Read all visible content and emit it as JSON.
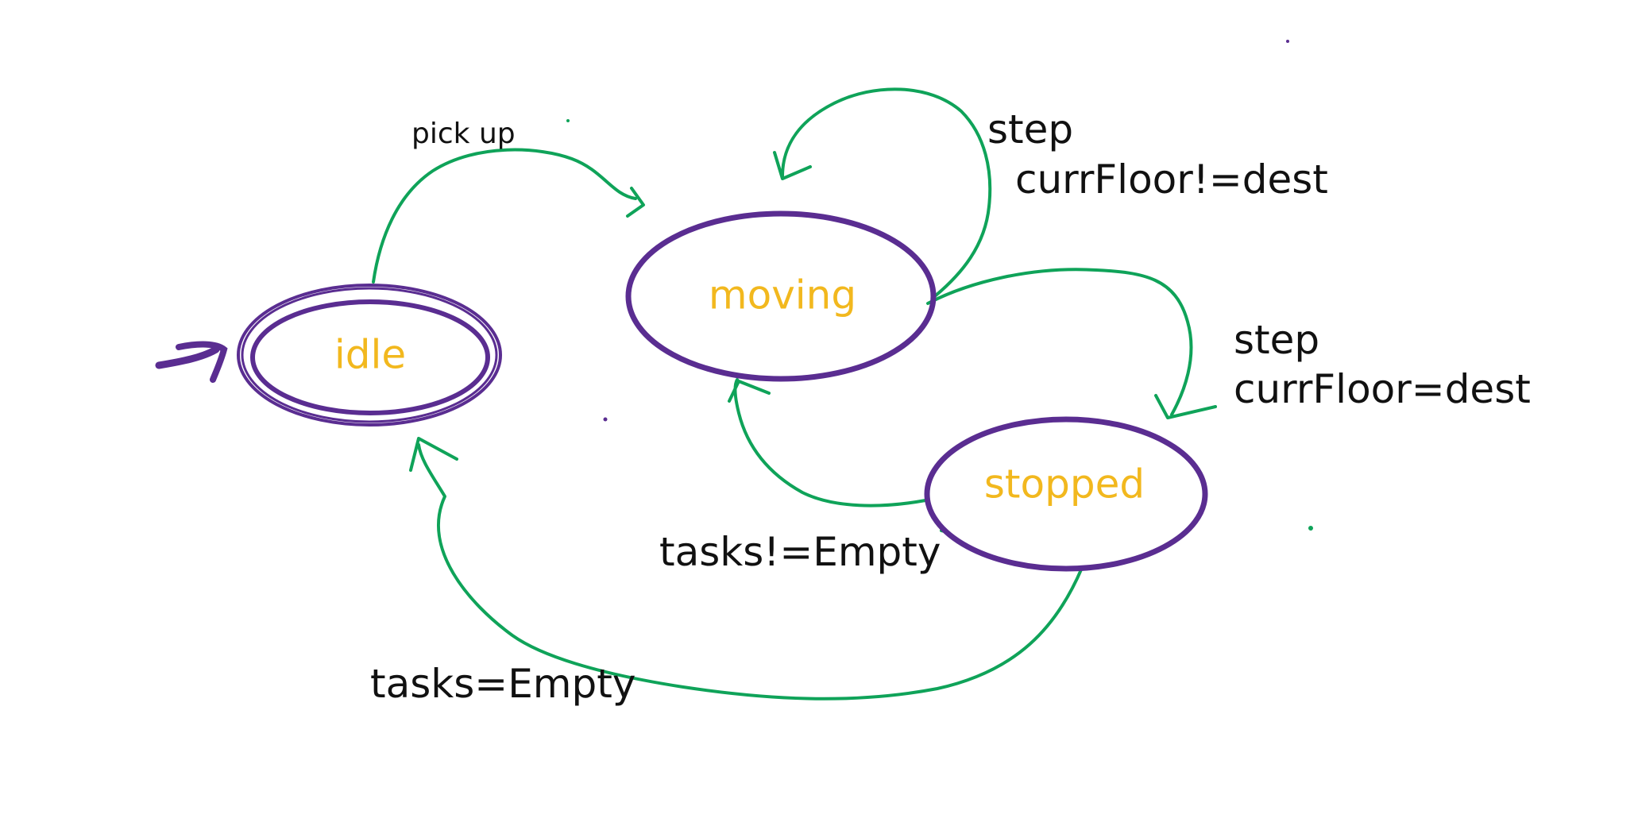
{
  "colors": {
    "background": "#ffffff",
    "state_outline": "#5a2d91",
    "state_text": "#f2b81e",
    "transition": "#0fa359",
    "label_text": "#111111"
  },
  "states": {
    "idle": {
      "label": "idle",
      "initial": true,
      "accepting": true
    },
    "moving": {
      "label": "moving"
    },
    "stopped": {
      "label": "stopped"
    }
  },
  "transitions": {
    "idle_to_moving": {
      "from": "idle",
      "to": "moving",
      "label": "pick up"
    },
    "moving_self": {
      "from": "moving",
      "to": "moving",
      "label_line1": "step",
      "label_line2": "currFloor!=dest"
    },
    "moving_to_stopped": {
      "from": "moving",
      "to": "stopped",
      "label_line1": "step",
      "label_line2": "currFloor=dest"
    },
    "stopped_to_moving": {
      "from": "stopped",
      "to": "moving",
      "label": "tasks!=Empty"
    },
    "stopped_to_idle": {
      "from": "stopped",
      "to": "idle",
      "label": "tasks=Empty"
    }
  }
}
